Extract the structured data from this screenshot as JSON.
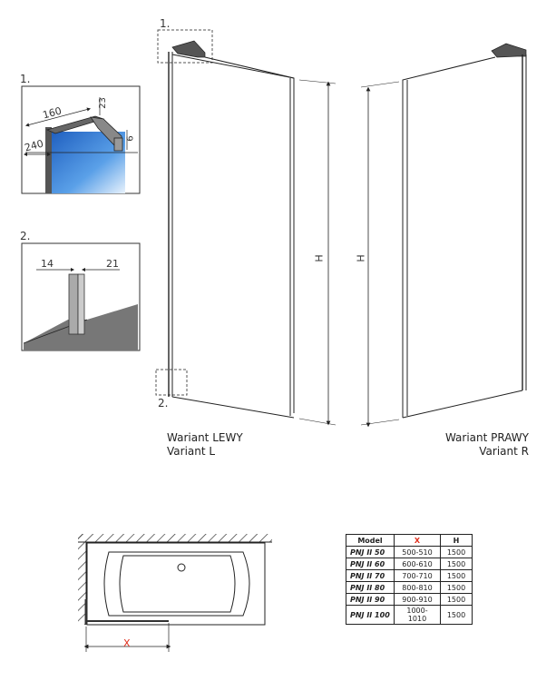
{
  "detail_1": {
    "label": "1.",
    "dims": [
      "160",
      "23",
      "240",
      "6"
    ]
  },
  "detail_2": {
    "label": "2.",
    "dims": [
      "14",
      "21"
    ]
  },
  "marker_1": "1.",
  "marker_2": "2.",
  "height_label": "H",
  "variant_left": {
    "line1": "Wariant LEWY",
    "line2": "Variant L"
  },
  "variant_right": {
    "line1": "Wariant PRAWY",
    "line2": "Variant R"
  },
  "plan_dimension": "X",
  "table": {
    "headers": [
      "Model",
      "X",
      "H"
    ],
    "rows": [
      [
        "PNJ II 50",
        "500-510",
        "1500"
      ],
      [
        "PNJ II 60",
        "600-610",
        "1500"
      ],
      [
        "PNJ II 70",
        "700-710",
        "1500"
      ],
      [
        "PNJ II 80",
        "800-810",
        "1500"
      ],
      [
        "PNJ II 90",
        "900-910",
        "1500"
      ],
      [
        "PNJ II 100",
        "1000-1010",
        "1500"
      ]
    ]
  },
  "colors": {
    "dimension_x": "#e0301e",
    "glass": "#2f7fd6"
  }
}
